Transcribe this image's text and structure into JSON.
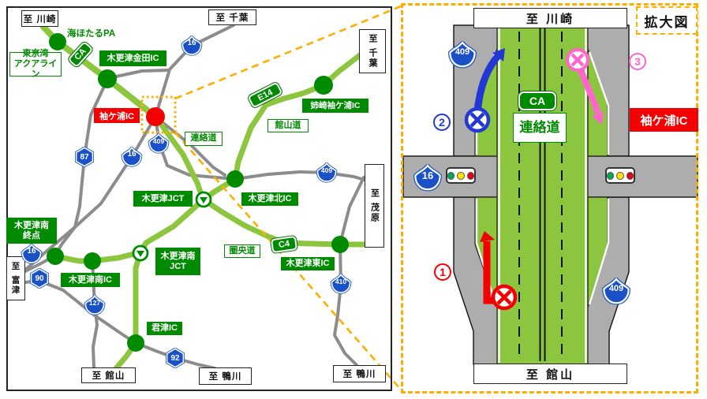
{
  "left_map": {
    "destinations": {
      "kawasaki": "至 川崎",
      "chiba_top": "至 千葉",
      "chiba_right": "至 千葉",
      "mobara": "至 茂原",
      "futtsu": "至 富津",
      "tateyama": "至 館山",
      "kamogawa_sw": "至 鴨川",
      "kamogawa_se": "至 鴨川"
    },
    "facilities": {
      "umihotaru_pa": "海ほたるPA",
      "kisarazu_kaneda_ic": "木更津金田IC",
      "sodegaura_ic": "袖ケ浦IC",
      "anesaki_sodegaura_ic": "姉崎袖ケ浦IC",
      "kisarazu_jct": "木更津JCT",
      "kisarazu_kita_ic": "木更津北IC",
      "kisarazu_minami_end": [
        "木更津南",
        "終点"
      ],
      "kisarazu_minami_jct": [
        "木更津南",
        "JCT"
      ],
      "kisarazu_minami_ic": "木更津南IC",
      "kisarazu_higashi_ic": "木更津東IC",
      "kimitsu_ic": "君津IC"
    },
    "road_names": {
      "aqualine": [
        "東京湾",
        "アクアライン"
      ],
      "renrakudo": "連絡道",
      "tateyama_do": "館山道",
      "kenodo": "圏央道"
    },
    "route_badges": {
      "ca": "CA",
      "e14": "E14",
      "c4": "C4"
    },
    "route_numbers": {
      "n16": "16",
      "n409": "409",
      "n410": "410",
      "n127": "127",
      "p87": "87",
      "p90": "90",
      "p92": "92"
    }
  },
  "right_panel": {
    "title": "拡大図",
    "destinations": {
      "top": "至 川崎",
      "bottom": "至 館山"
    },
    "ic_label": "袖ケ浦IC",
    "ca_badge": "CA",
    "road_name": "連絡道",
    "route_numbers": {
      "n409": "409",
      "n16": "16"
    },
    "closure_markers": {
      "m1": "1",
      "m2": "2",
      "m3": "3"
    }
  },
  "colors": {
    "expressway_green": "#8CC63F",
    "label_green": "#008A00",
    "highlight_red": "#F40000",
    "route_shield_blue": "#1A50C8",
    "zoom_orange": "#FFAE00",
    "arrow_blue": "#2238D4",
    "arrow_pink": "#FF66CC",
    "arrow_red": "#F40000",
    "road_gray": "#8C8C8C",
    "traffic_light": [
      "#00A651",
      "#FFE000",
      "#E60012"
    ]
  }
}
